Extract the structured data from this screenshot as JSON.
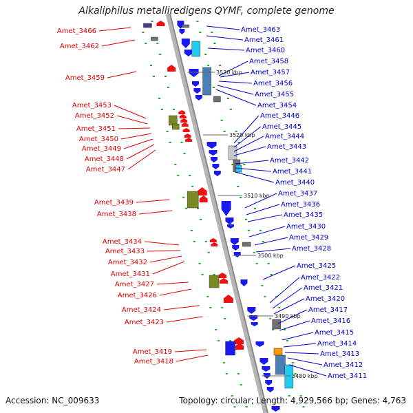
{
  "title": "Alkaliphilus metalliredigens QYMF, complete genome",
  "footer": {
    "accession": "Accession: NC_009633",
    "stats": "Topology: circular; Length: 4,929,566 bp; Genes: 4,763"
  },
  "colors": {
    "forward_label": "#0000cc",
    "reverse_label": "#dd0000",
    "forward_gene": "#1a1aee",
    "reverse_gene": "#ee1111",
    "cyan_gene": "#22ccee",
    "olive_gene": "#7a8a22",
    "steelblue_gene": "#4a7fb5",
    "gray_gene": "#707070",
    "orange_gene": "#ff9900",
    "backbone": "#b0b0b0",
    "tick": "#22aa22"
  },
  "scale_labels": [
    "3530 kbp",
    "3520 kbp",
    "3510 kbp",
    "3500 kbp",
    "3490 kbp",
    "3480 kbp"
  ],
  "right_labels": [
    "Amet_3463",
    "Amet_3461",
    "Amet_3460",
    "Amet_3458",
    "Amet_3457",
    "Amet_3456",
    "Amet_3455",
    "Amet_3454",
    "Amet_3446",
    "Amet_3445",
    "Amet_3444",
    "Amet_3443",
    "Amet_3442",
    "Amet_3441",
    "Amet_3440",
    "Amet_3437",
    "Amet_3436",
    "Amet_3435",
    "Amet_3430",
    "Amet_3429",
    "Amet_3428",
    "Amet_3425",
    "Amet_3422",
    "Amet_3421",
    "Amet_3420",
    "Amet_3417",
    "Amet_3416",
    "Amet_3415",
    "Amet_3414",
    "Amet_3413",
    "Amet_3412",
    "Amet_3411"
  ],
  "left_labels": [
    "Amet_3466",
    "Amet_3462",
    "Amet_3459",
    "Amet_3453",
    "Amet_3452",
    "Amet_3451",
    "Amet_3450",
    "Amet_3449",
    "Amet_3448",
    "Amet_3447",
    "Amet_3439",
    "Amet_3438",
    "Amet_3434",
    "Amet_3433",
    "Amet_3432",
    "Amet_3431",
    "Amet_3427",
    "Amet_3426",
    "Amet_3424",
    "Amet_3423",
    "Amet_3419",
    "Amet_3418"
  ]
}
